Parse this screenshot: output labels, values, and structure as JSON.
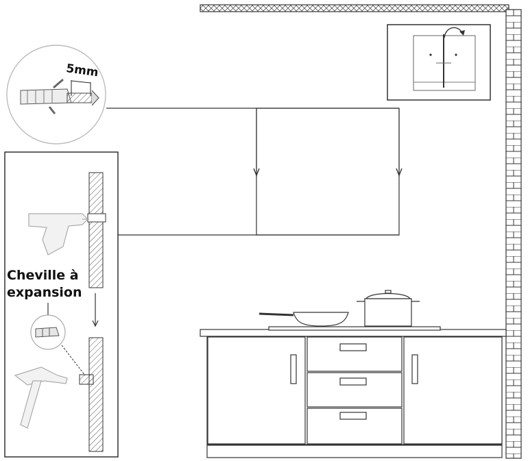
{
  "labels": {
    "drill_spacing": "5mm",
    "anchor_line1": "Cheville à",
    "anchor_line2": "expansion"
  },
  "colors": {
    "line": "#2a2a2a",
    "light_line": "#8a8a8a",
    "fill_light": "#e8e8e8",
    "background": "#ffffff"
  },
  "icons": [
    "wall-plug-icon",
    "drill-icon",
    "hammer-icon",
    "hook-icon",
    "pot-icon",
    "frying-pan-icon",
    "rotate-arrow-icon"
  ]
}
